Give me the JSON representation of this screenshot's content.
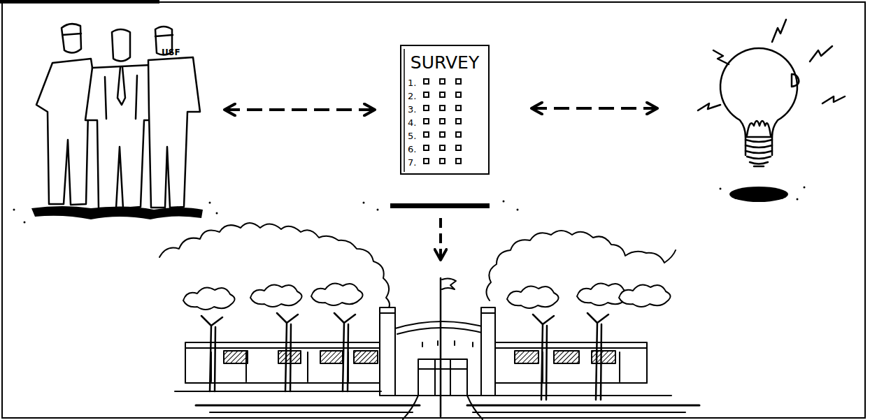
{
  "diagram": {
    "nodes": [
      {
        "text": [
          "USF"
        ]
      },
      {
        "text": [
          "SURVEY",
          "1.",
          "2.",
          "3.",
          "4.",
          "5.",
          "6.",
          "7."
        ]
      }
    ],
    "edges": [
      {
        "from": 0,
        "to": 1,
        "arrow": "both"
      }
    ]
  }
}
